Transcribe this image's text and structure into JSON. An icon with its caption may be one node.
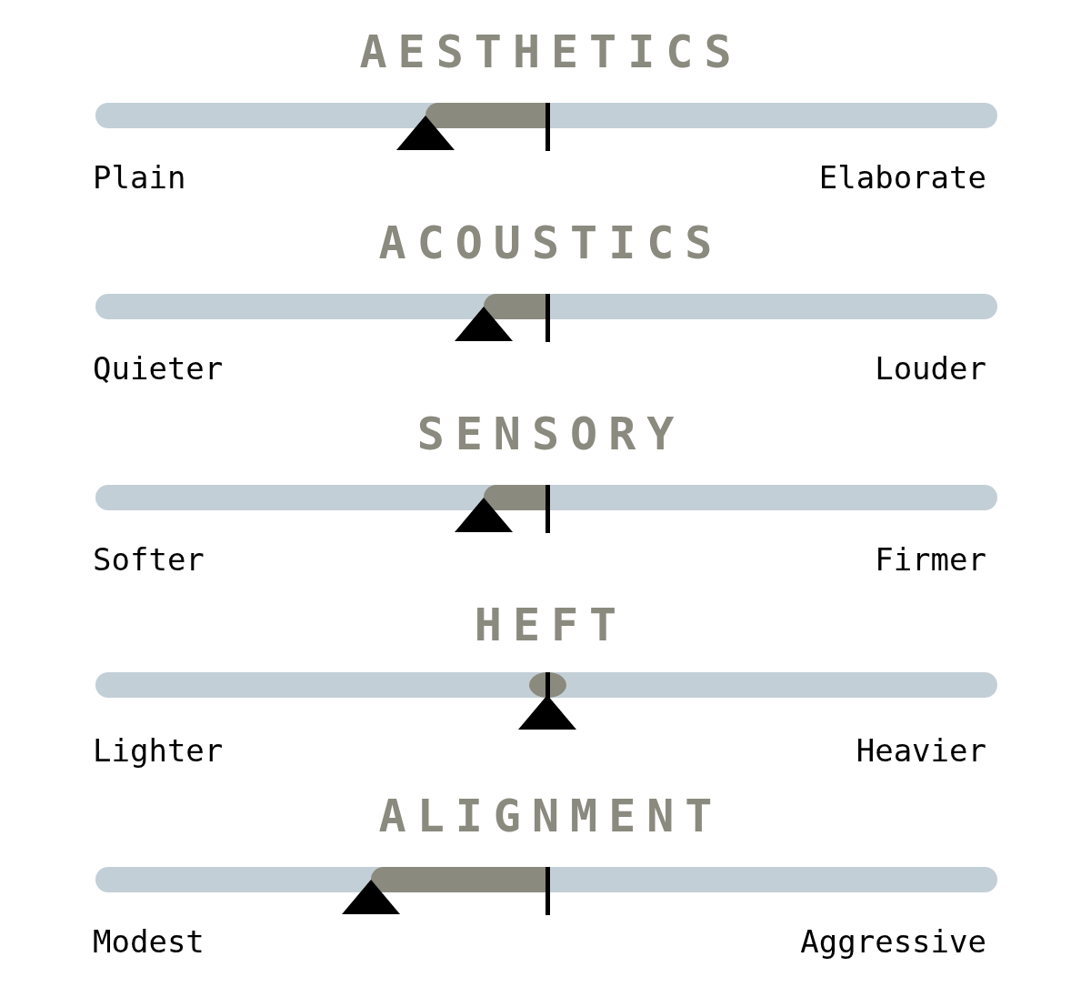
{
  "diagram": {
    "labels": [
      "AESTHETICS",
      "Plain",
      "Elaborate",
      "ACOUSTICS",
      "Quieter",
      "Louder",
      "SENSORY",
      "Softer",
      "Firmer",
      "HEFT",
      "Lighter",
      "Heavier",
      "ALIGNMENT",
      "Modest",
      "Aggressive"
    ]
  }
}
